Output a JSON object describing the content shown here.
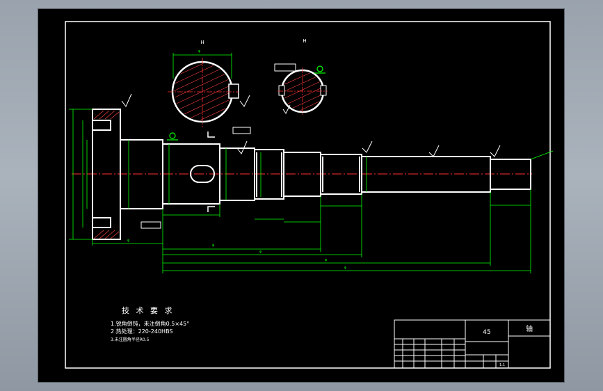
{
  "drawing": {
    "section_labels": [
      "H",
      "H"
    ],
    "tech_req": {
      "title": "技 术 要 求",
      "items": [
        "1.锐角倒钝，未注倒角0.5×45°",
        "2.热处理：220-240HBS",
        "3.未注圆角半径R0.5"
      ]
    },
    "title_block": {
      "material": "45",
      "part_name": "轴",
      "scale": "1:1"
    },
    "colors": {
      "background": "#000000",
      "outline": "#ffffff",
      "dimension": "#00ff00",
      "centerline": "#ff3030",
      "hatch": "#ff4040",
      "cutting_plane": "#4dd0ff",
      "frame": "#ffffff"
    }
  }
}
